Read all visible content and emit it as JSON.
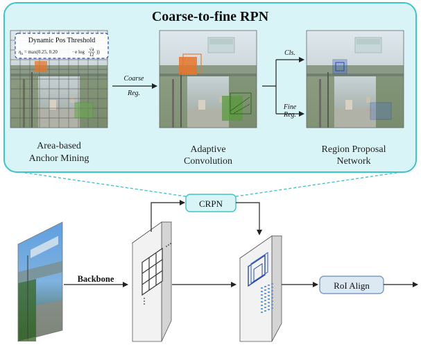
{
  "rpn_panel": {
    "title": "Coarse-to-fine RPN",
    "threshold_box": {
      "heading": "Dynamic Pos Threshold",
      "formula_left": "η",
      "formula_left_sub": "b",
      "formula_left_rest": " = max(0.25, 0.20",
      "formula_right": "· e log",
      "formula_frac_num": "√a",
      "formula_frac_den": "12",
      "formula_right_exp": "))"
    },
    "stages": [
      {
        "caption_line1": "Area-based",
        "caption_line2": "Anchor Mining"
      },
      {
        "caption_line1": "Adaptive",
        "caption_line2": "Convolution"
      },
      {
        "caption_line1": "Region Proposal",
        "caption_line2": "Network"
      }
    ],
    "arrow_labels": {
      "coarse_line1": "Coarse",
      "coarse_line2": "Reg.",
      "cls": "Cls.",
      "fine_line1": "Fine",
      "fine_line2": "Reg."
    }
  },
  "pipeline": {
    "backbone_label": "Backbone",
    "crpn_label": "CRPN",
    "roi_label": "RoI Align"
  },
  "colors": {
    "panel_fill": "#d8f4f6",
    "panel_border": "#3fc4c8",
    "label_box_fill": "#dce8f2",
    "label_box_border": "#7a9cc2",
    "orange": "#e8742a",
    "green": "#4f9a3c",
    "blue": "#2a4aa8"
  }
}
